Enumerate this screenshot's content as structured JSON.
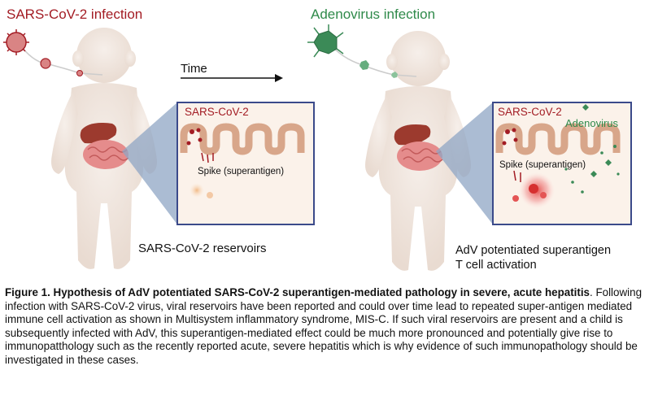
{
  "panel_left": {
    "title": "SARS-CoV-2 infection",
    "inset_title": "SARS-CoV-2",
    "inset_spike_label": "Spike (superantigen)",
    "caption": "SARS-CoV-2 reservoirs"
  },
  "time_arrow": {
    "label": "Time"
  },
  "panel_right": {
    "title": "Adenovirus infection",
    "inset_title": "SARS-CoV-2",
    "inset_virus_label": "Adenovirus",
    "inset_spike_label": "Spike (superantigen)",
    "caption_line1": "AdV potentiated superantigen",
    "caption_line2": "T cell activation"
  },
  "legend": {
    "bold": "Figure 1. Hypothesis of AdV potentiated SARS-CoV-2 superantigen-mediated pathology in severe, acute hepatitis",
    "body": ". Following infection with SARS-CoV-2 virus, viral reservoirs have been reported and could over time lead to repeated super-antigen mediated immune cell activation as shown in Multisystem inflammatory syndrome, MIS-C. If such  viral reservoirs are present and a child is subsequently infected with AdV, this superantigen-mediated effect could be much more pronounced and potentially give rise to immunopatthology such as the recently reported acute, severe hepatitis which is why evidence of such immunopathology should be investigated in these cases."
  },
  "colors": {
    "sars": "#a31c24",
    "adenovirus": "#2f8a4a",
    "child_body": "#f1e6de",
    "inset_border": "#3b4a8a",
    "cone": "#8fa6c4",
    "liver": "#9c3a2e",
    "intestine": "#e58c8c"
  },
  "icons": [
    "sars-cov-2-virus-icon",
    "adenovirus-icon",
    "child-figure",
    "liver-icon",
    "intestine-icon",
    "villi-icon",
    "time-arrow"
  ]
}
